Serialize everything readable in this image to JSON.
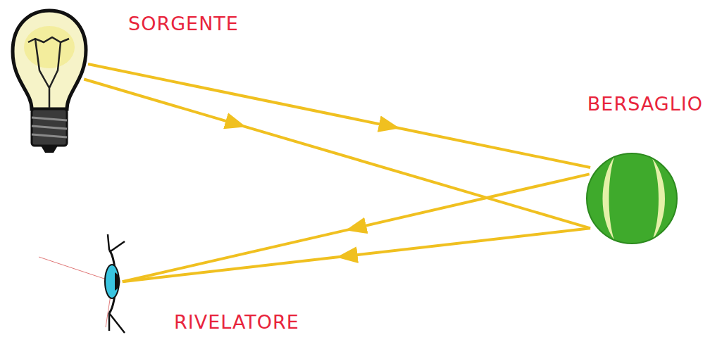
{
  "diagram": {
    "nodes": [
      {
        "text": [
          "SORGENTE"
        ]
      },
      {
        "text": [
          "BERSAGLIO"
        ]
      },
      {
        "text": [
          "RIVELATORE"
        ]
      }
    ],
    "edges": [
      {
        "from": 0,
        "to": 1,
        "arrow": "to"
      },
      {
        "from": 0,
        "to": 1,
        "arrow": "to"
      },
      {
        "from": 1,
        "to": 2,
        "arrow": "to"
      },
      {
        "from": 1,
        "to": 2,
        "arrow": "to"
      }
    ]
  }
}
